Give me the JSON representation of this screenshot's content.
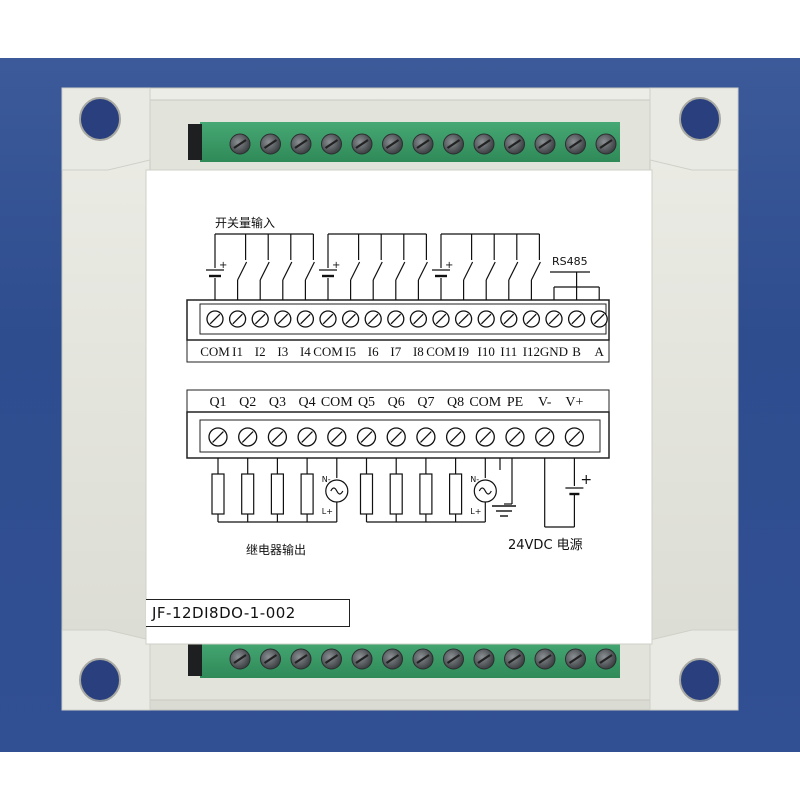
{
  "labels": {
    "switch_input": "开关量输入",
    "rs485": "RS485",
    "relay_output": "继电器输出",
    "power": "24VDC  电源",
    "model": "JF-12DI8DO-1-002",
    "plus": "+",
    "n_minus": "N-",
    "l_plus": "L+"
  },
  "input_terminals": [
    "COM",
    "I1",
    "I2",
    "I3",
    "I4",
    "COM",
    "I5",
    "I6",
    "I7",
    "I8",
    "COM",
    "I9",
    "I10",
    "I11",
    "I12",
    "GND",
    "B",
    "A"
  ],
  "output_terminals": [
    "Q1",
    "Q2",
    "Q3",
    "Q4",
    "COM",
    "Q5",
    "Q6",
    "Q7",
    "Q8",
    "COM",
    "PE",
    "V-",
    "V+"
  ],
  "colors": {
    "background_blue": "#2f4f92",
    "housing": "#e7e8e0",
    "terminal_green": "#3f9e6c",
    "screw_grey": "#5c6064",
    "panel_white": "#ffffff"
  }
}
